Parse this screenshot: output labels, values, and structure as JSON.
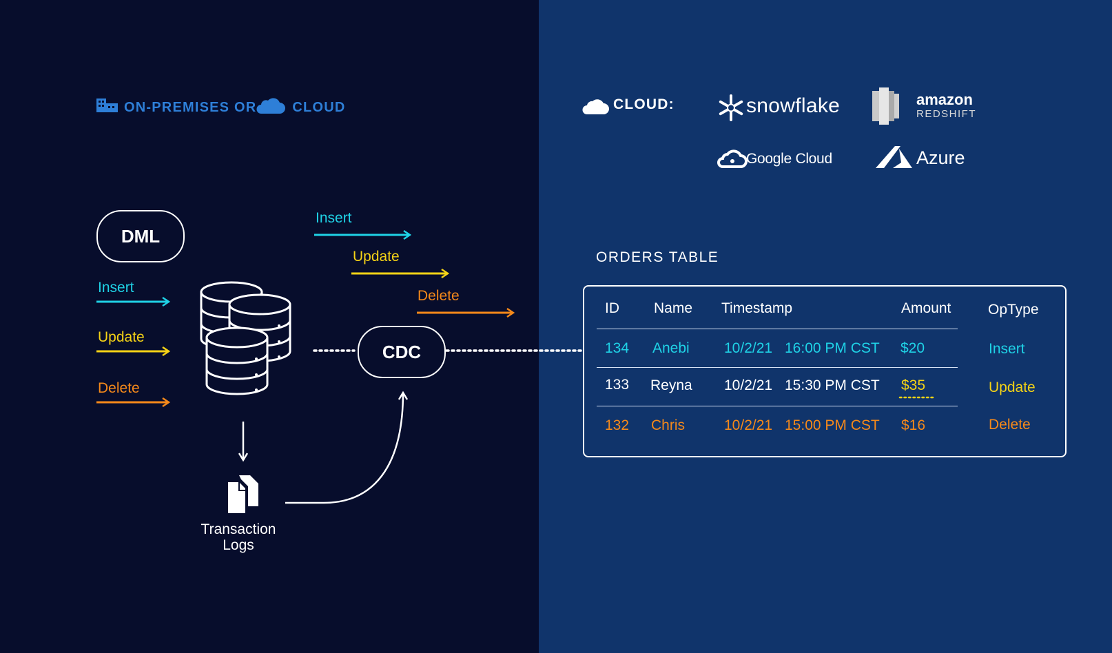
{
  "left_header": {
    "icon_building": "building-icon",
    "text1": "ON-PREMISES OR",
    "icon_cloud": "cloud-icon",
    "text2": "CLOUD",
    "color": "#2e7fd8"
  },
  "dml": {
    "label": "DML",
    "ops": [
      {
        "label": "Insert",
        "color": "#1fd2e6"
      },
      {
        "label": "Update",
        "color": "#f5d316"
      },
      {
        "label": "Delete",
        "color": "#f5891a"
      }
    ]
  },
  "cdc": {
    "label": "CDC",
    "ops": [
      {
        "label": "Insert",
        "color": "#1fd2e6"
      },
      {
        "label": "Update",
        "color": "#f5d316"
      },
      {
        "label": "Delete",
        "color": "#f5891a"
      }
    ]
  },
  "transaction_logs": {
    "line1": "Transaction",
    "line2": "Logs",
    "icon": "documents-icon"
  },
  "database_icon": "database-icon",
  "cloud_header": {
    "label": "CLOUD:",
    "icon": "cloud-icon"
  },
  "logos": {
    "snowflake": "snowflake",
    "amazon_1": "amazon",
    "amazon_2": "REDSHIFT",
    "google": "Google Cloud",
    "azure": "Azure"
  },
  "orders": {
    "title": "ORDERS TABLE",
    "columns": [
      "ID",
      "Name",
      "Timestamp",
      "Amount",
      "OpType"
    ],
    "rows": [
      {
        "id": "134",
        "name": "Anebi",
        "date": "10/2/21",
        "time": "16:00 PM CST",
        "amount": "$20",
        "optype": "Insert"
      },
      {
        "id": "133",
        "name": "Reyna",
        "date": "10/2/21",
        "time": "15:30 PM CST",
        "amount": "$35",
        "optype": "Update"
      },
      {
        "id": "132",
        "name": "Chris",
        "date": "10/2/21",
        "time": "15:00 PM CST",
        "amount": "$16",
        "optype": "Delete"
      }
    ]
  },
  "colors": {
    "left_bg": "#070d2c",
    "right_bg": "#10346b",
    "insert": "#1fd2e6",
    "update": "#f5d316",
    "delete": "#f5891a",
    "header_blue": "#2e7fd8"
  }
}
